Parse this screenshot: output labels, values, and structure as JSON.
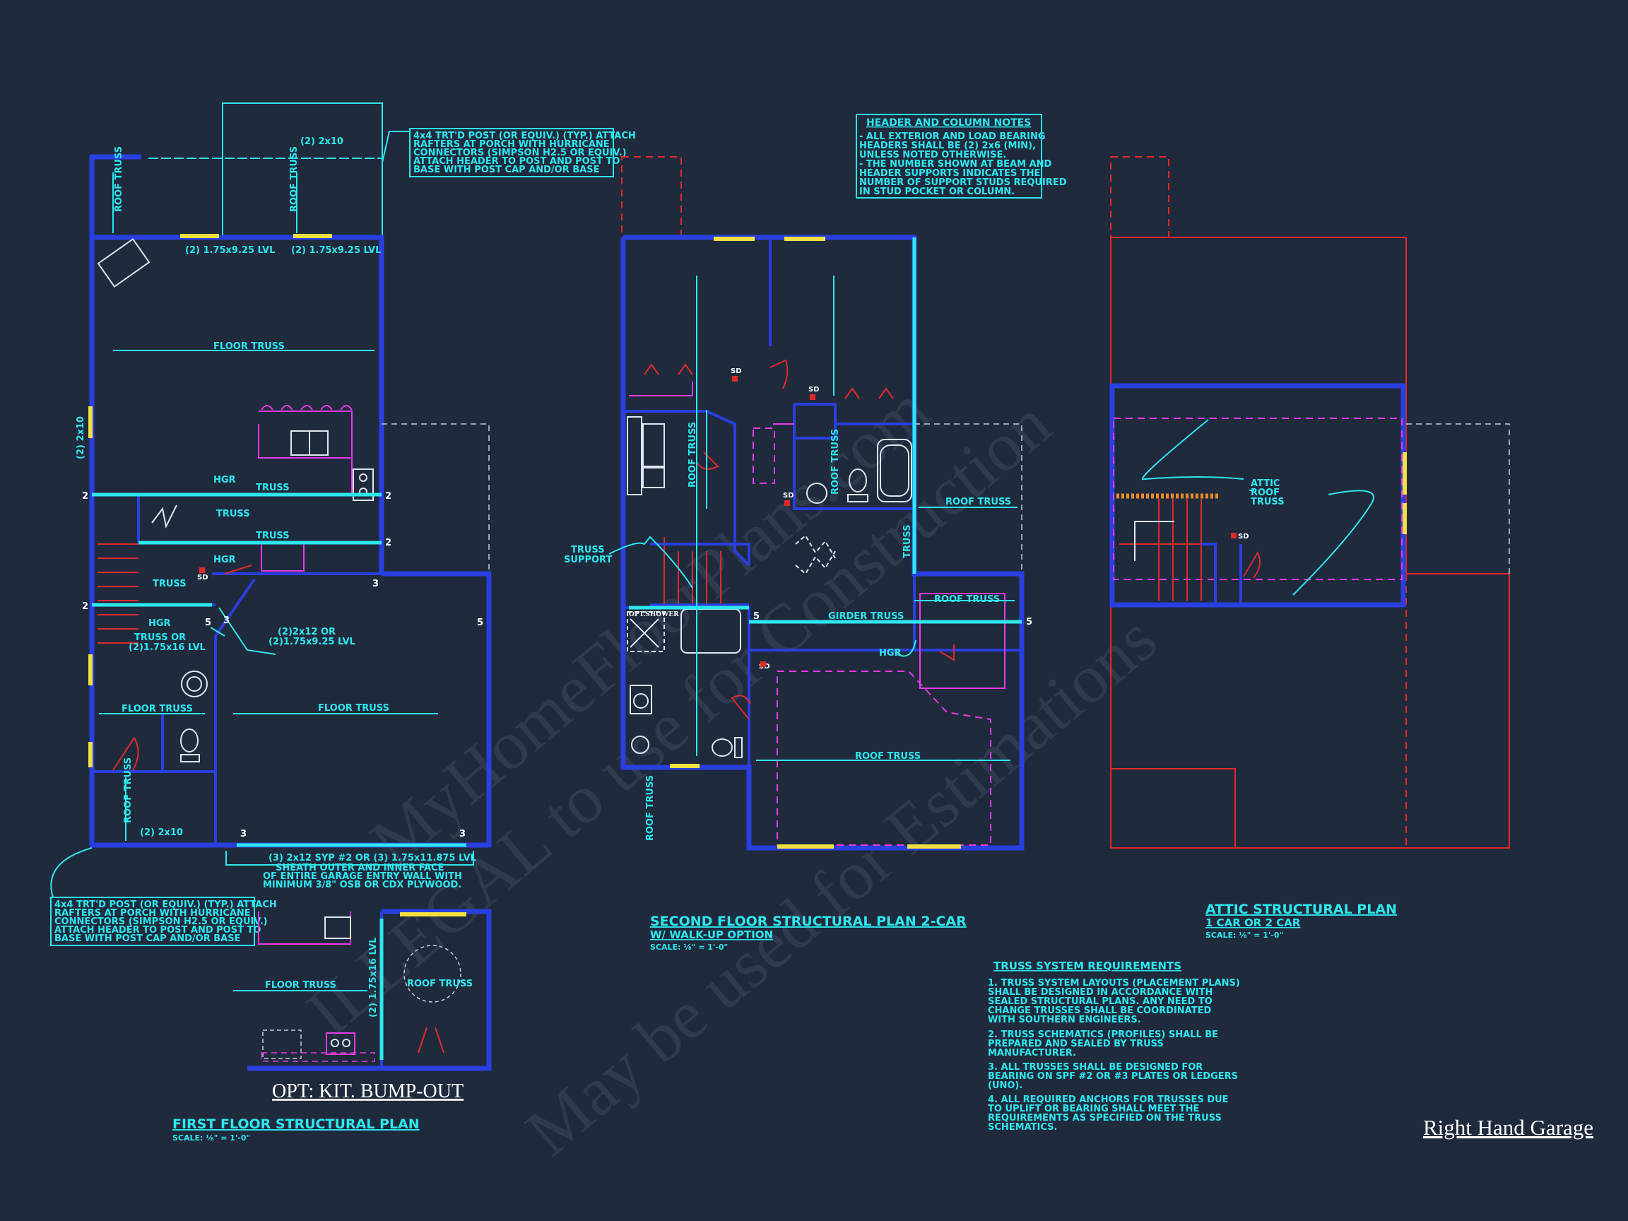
{
  "watermark": {
    "line1": "MyHomeFloorPlans.com",
    "line2": "ILLEGAL to use for Construction",
    "line3": "May be used for Estimations"
  },
  "first_floor": {
    "title": "FIRST FLOOR STRUCTURAL PLAN",
    "scale": "SCALE: ⅛\" = 1'-0\"",
    "opt_title": "OPT: KIT. BUMP-OUT",
    "porch_note": [
      "4x4 TRT'D POST (OR EQUIV.) (TYP.) ATTACH",
      "RAFTERS AT PORCH WITH HURRICANE",
      "CONNECTORS (SIMPSON H2.5 OR EQUIV.)",
      "ATTACH HEADER TO POST AND POST TO",
      "BASE WITH POST CAP AND/OR BASE"
    ],
    "rear_note": [
      "4x4 TRT'D POST (OR EQUIV.) (TYP.) ATTACH",
      "RAFTERS AT PORCH WITH HURRICANE",
      "CONNECTORS (SIMPSON H2.5 OR EQUIV.)",
      "ATTACH HEADER TO POST AND POST TO",
      "BASE WITH POST CAP AND/OR BASE"
    ],
    "garage_note": [
      "(3) 2x12 SYP #2 OR (3) 1.75x11.875 LVL",
      "SHEATH OUTER AND INNER FACE",
      "OF ENTIRE GARAGE ENTRY WALL WITH",
      "MINIMUM 3/8\" OSB OR CDX PLYWOOD."
    ],
    "labels": {
      "header_2x10_top": "(2) 2x10",
      "roof_truss_a": "ROOF TRUSS",
      "roof_truss_b": "ROOF TRUSS",
      "lvl_left": "(2) 1.75x9.25 LVL",
      "lvl_right": "(2) 1.75x9.25 LVL",
      "floor_truss_top": "FLOOR TRUSS",
      "side_2x10": "(2) 2x10",
      "hgr_1": "HGR",
      "truss_1": "TRUSS",
      "truss_2": "TRUSS",
      "truss_3": "TRUSS",
      "hgr_2": "HGR",
      "sd": "SD",
      "truss_4": "TRUSS",
      "hgr_3": "HGR",
      "truss_or": "TRUSS OR",
      "truss_or_lvl": "(2)1.75x16 LVL",
      "beam_2x12": "(2)2x12 OR",
      "beam_2x12_lvl": "(2)1.75x9.25 LVL",
      "floor_truss_left": "FLOOR TRUSS",
      "floor_truss_garage": "FLOOR TRUSS",
      "roof_truss_rear": "ROOF TRUSS",
      "rear_2x10": "(2) 2x10",
      "opt_floor_truss": "FLOOR TRUSS",
      "opt_roof_truss": "ROOF TRUSS",
      "opt_lvl": "(2) 1.75x16 LVL",
      "n2": "2",
      "n3": "3",
      "n5": "5"
    }
  },
  "second_floor": {
    "title": "SECOND FLOOR STRUCTURAL PLAN 2-CAR",
    "subtitle": "W/ WALK-UP OPTION",
    "scale": "SCALE: ⅛\" = 1'-0\"",
    "labels": {
      "truss_support_1": "TRUSS",
      "truss_support_2": "SUPPORT",
      "roof_truss_v1": "ROOF TRUSS",
      "roof_truss_v2": "ROOF TRUSS",
      "roof_truss_h1": "ROOF TRUSS",
      "truss_v": "TRUSS",
      "roof_truss_h2": "ROOF TRUSS",
      "girder_truss": "GIRDER TRUSS",
      "hgr": "HGR",
      "roof_truss_main": "ROOF TRUSS",
      "roof_truss_v3": "ROOF TRUSS",
      "opt_shower": "OPT.SHOWER",
      "sd": "SD",
      "n5": "5"
    }
  },
  "header_notes": {
    "title": "HEADER AND COLUMN NOTES",
    "lines": [
      "- ALL EXTERIOR AND LOAD BEARING",
      "HEADERS SHALL BE (2) 2x6 (MIN),",
      "UNLESS NOTED OTHERWISE.",
      "- THE NUMBER SHOWN AT BEAM AND",
      "HEADER SUPPORTS INDICATES THE",
      "NUMBER OF SUPPORT STUDS REQUIRED",
      "IN STUD POCKET OR COLUMN."
    ]
  },
  "attic": {
    "title": "ATTIC STRUCTURAL PLAN",
    "subtitle": "1 CAR OR 2 CAR",
    "scale": "SCALE: ⅛\" = 1'-0\"",
    "attic_roof_truss": [
      "ATTIC",
      "ROOF",
      "TRUSS"
    ],
    "sd": "SD"
  },
  "truss_requirements": {
    "title": "TRUSS SYSTEM REQUIREMENTS",
    "lines": [
      "1. TRUSS SYSTEM LAYOUTS (PLACEMENT PLANS)",
      "SHALL BE DESIGNED IN ACCORDANCE WITH",
      "SEALED STRUCTURAL PLANS. ANY NEED TO",
      "CHANGE TRUSSES SHALL BE COORDINATED",
      "WITH SOUTHERN ENGINEERS.",
      "2. TRUSS SCHEMATICS (PROFILES) SHALL BE",
      "PREPARED AND SEALED BY TRUSS",
      "MANUFACTURER.",
      "3. ALL TRUSSES SHALL BE DESIGNED FOR",
      "BEARING ON SPF #2 OR #3 PLATES OR LEDGERS",
      "(UNO).",
      "4. ALL REQUIRED ANCHORS FOR TRUSSES DUE",
      "TO UPLIFT OR BEARING SHALL MEET THE",
      "REQUIREMENTS AS SPECIFIED ON THE TRUSS",
      "SCHEMATICS."
    ]
  },
  "garage_side": "Right Hand Garage"
}
